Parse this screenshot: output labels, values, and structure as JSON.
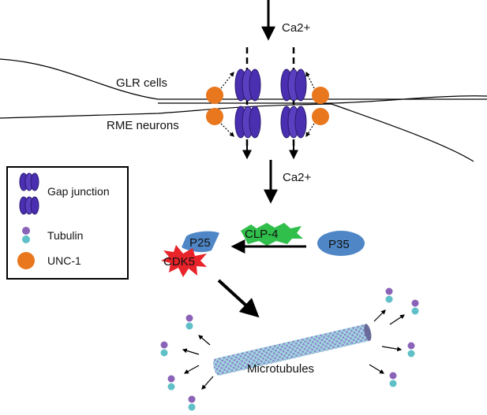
{
  "labels": {
    "ca_top": "Ca2+",
    "ca_mid": "Ca2+",
    "glr_cells": "GLR cells",
    "rme_neurons": "RME neurons",
    "clp4": "CLP-4",
    "p25": "P25",
    "p35": "P35",
    "cdk5": "CDK5",
    "microtubules": "Microtubules"
  },
  "legend": {
    "gap_junction": "Gap junction",
    "tubulin": "Tubulin",
    "unc1": "UNC-1"
  },
  "colors": {
    "gap_junction": "#4a2fb0",
    "gap_junction_light": "#6b4fd0",
    "unc1": "#e8771e",
    "tubulin_top": "#8a63b8",
    "tubulin_bottom": "#5fc0c8",
    "p25_p35": "#4f86c6",
    "clp4": "#2fbf4a",
    "cdk5": "#e8232a",
    "microtubule_a": "#8f7fd0",
    "microtubule_b": "#7fd0d8"
  }
}
